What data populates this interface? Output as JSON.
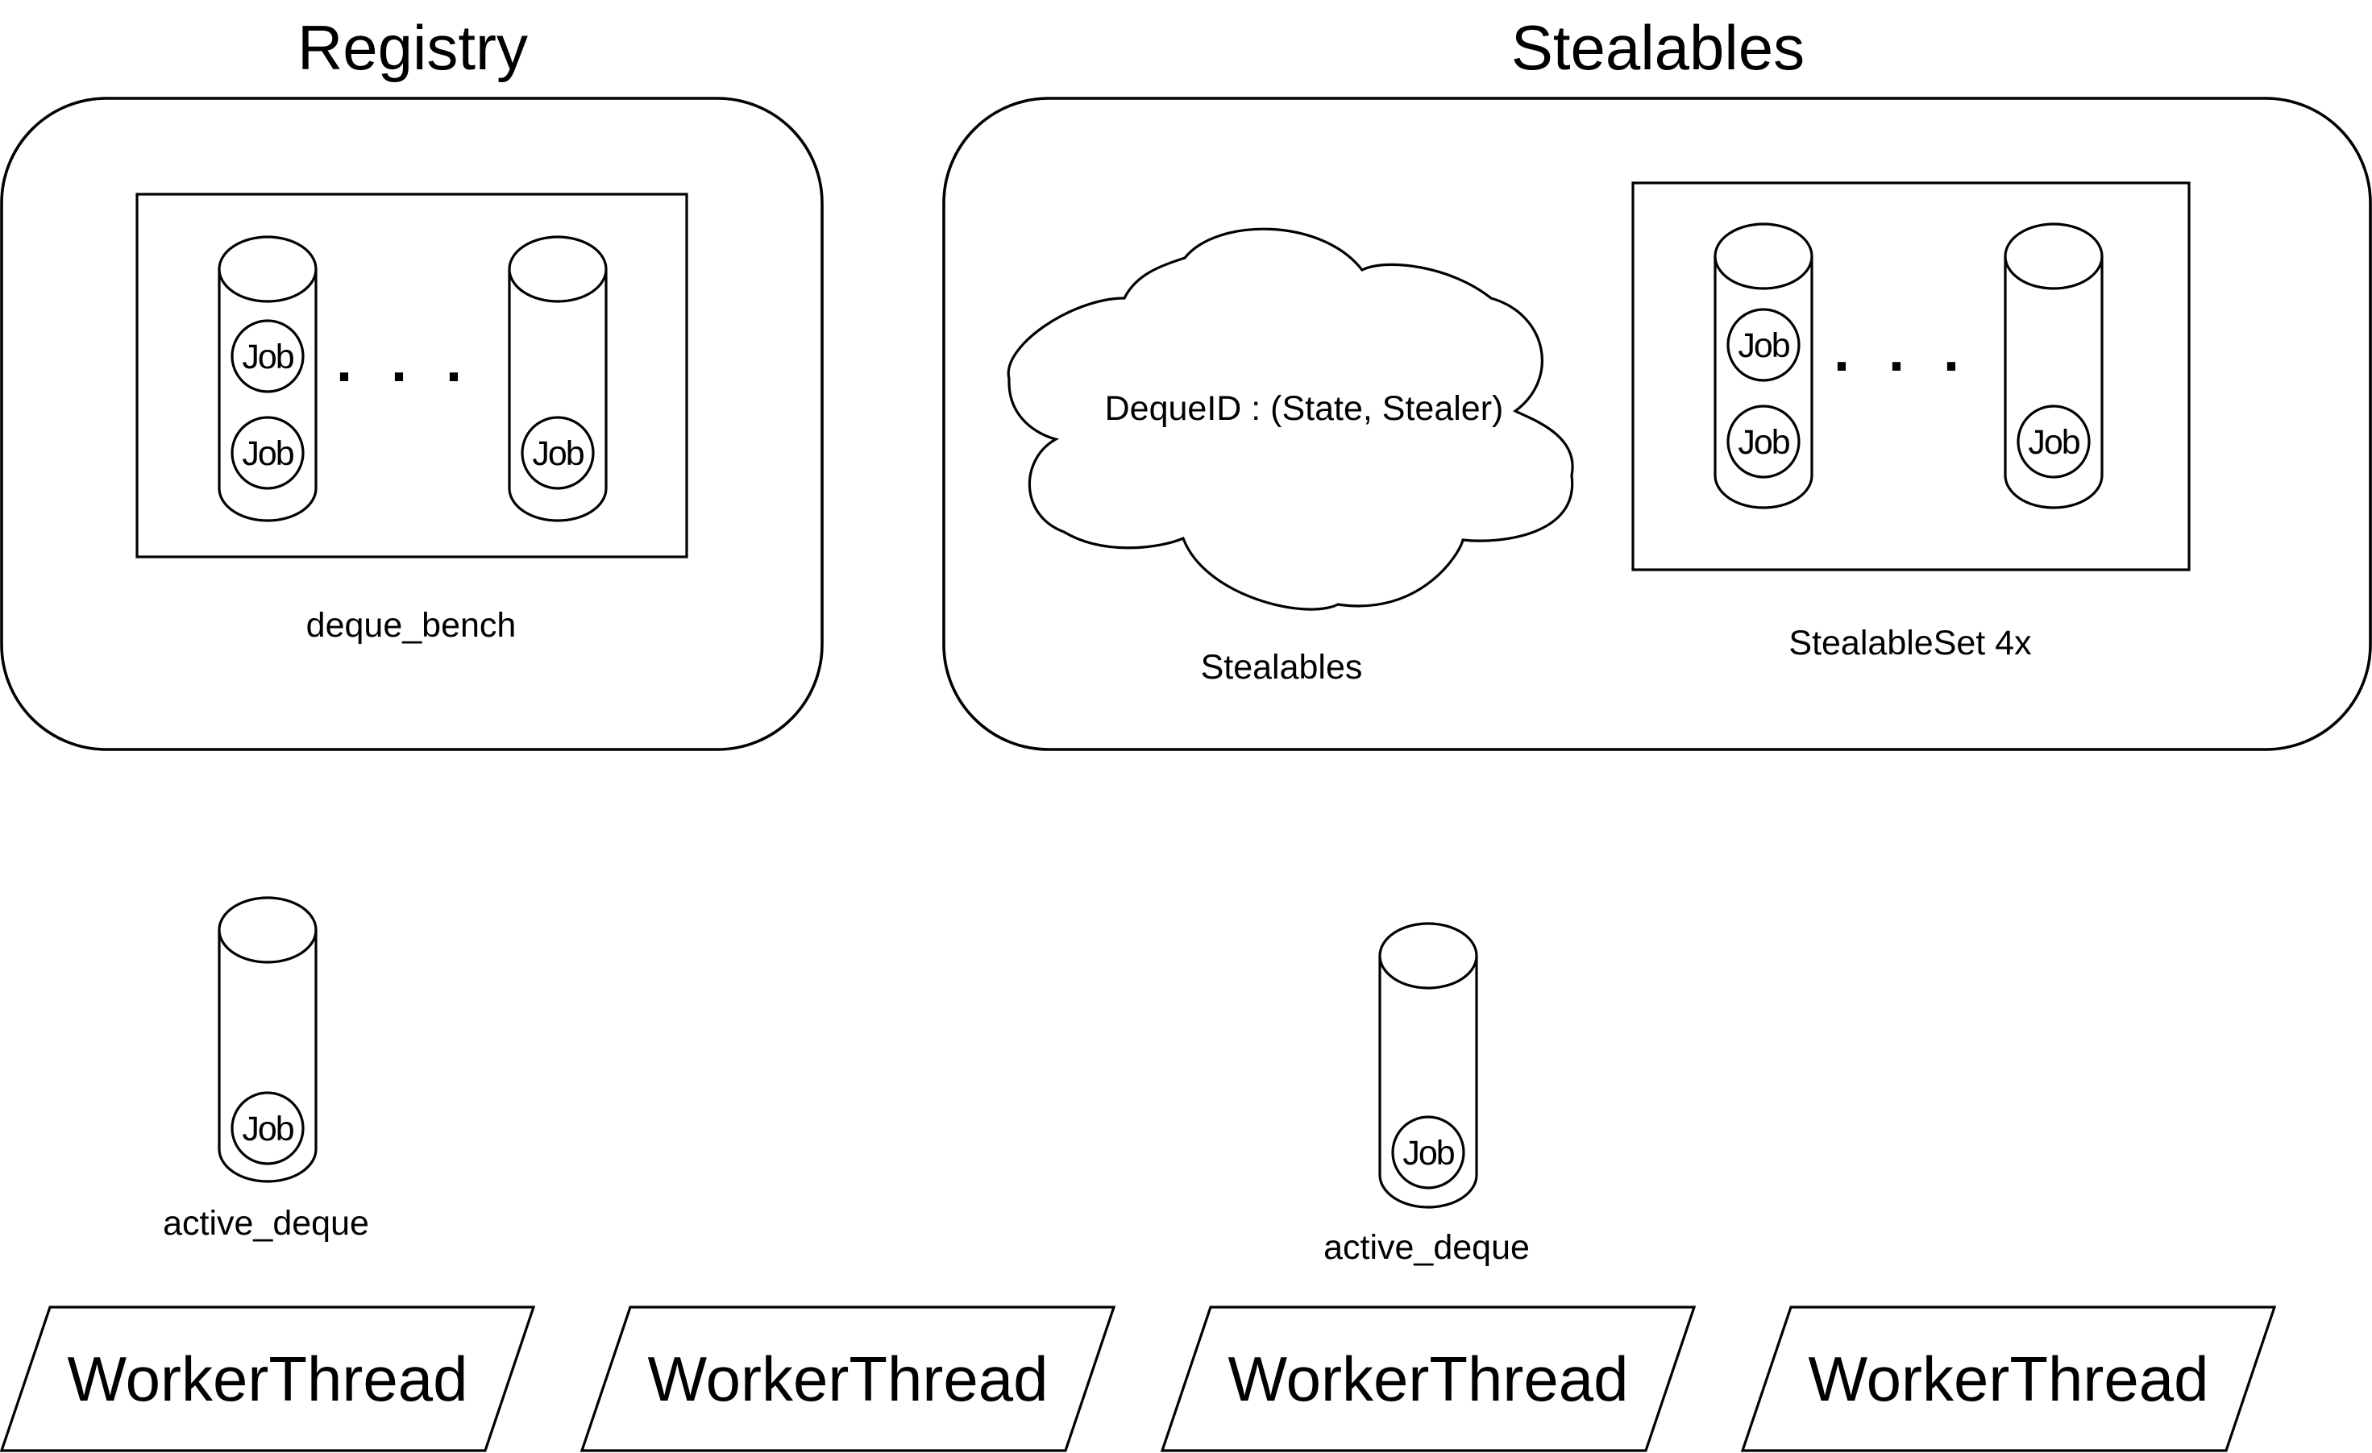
{
  "titles": {
    "registry": "Registry",
    "stealables": "Stealables"
  },
  "job_label": "Job",
  "ellipsis": ". . .",
  "registry": {
    "deque_bench_label": "deque_bench"
  },
  "stealables": {
    "cloud_text": "DequeID : (State, Stealer)",
    "cloud_label": "Stealables",
    "set_label": "StealableSet 4x"
  },
  "active_deques": [
    {
      "label": "active_deque",
      "jobs": [
        "Job"
      ]
    },
    {
      "label": "active_deque",
      "jobs": [
        "Job"
      ]
    }
  ],
  "workers": [
    "WorkerThread",
    "WorkerThread",
    "WorkerThread",
    "WorkerThread"
  ]
}
